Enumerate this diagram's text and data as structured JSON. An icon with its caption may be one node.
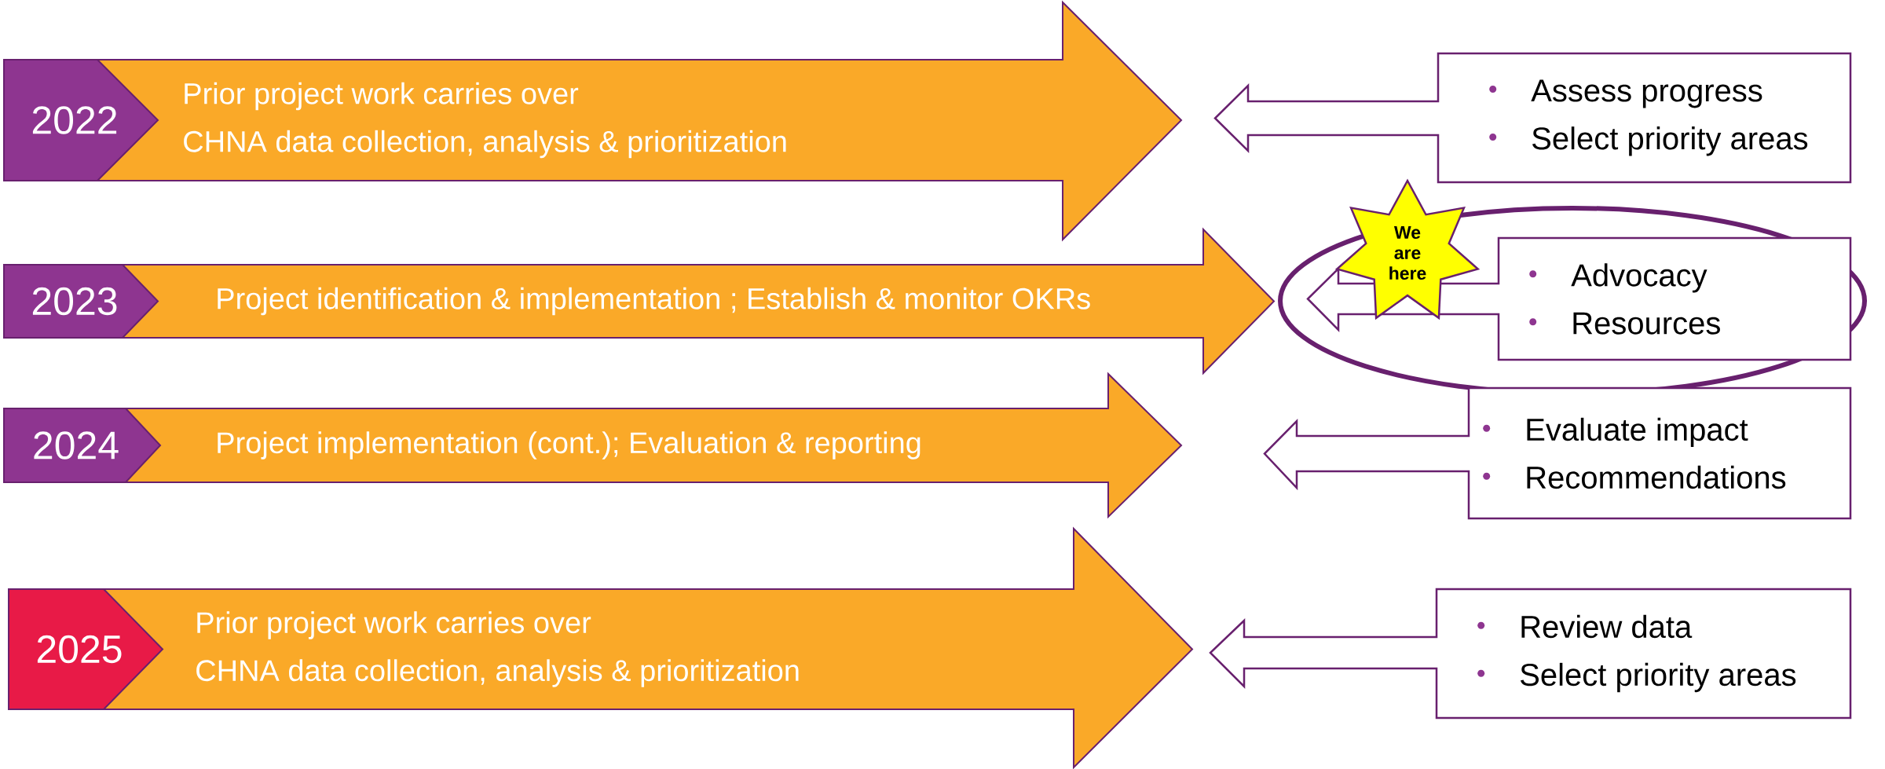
{
  "diagram": {
    "nodes": [
      {
        "text": [
          "2022"
        ]
      },
      {
        "text": [
          "Prior project work carries over",
          "CHNA data collection, analysis & prioritization"
        ]
      },
      {
        "text": [
          "Assess progress",
          "Select priority areas"
        ]
      },
      {
        "text": [
          "We are here"
        ]
      },
      {
        "text": [
          "2023"
        ]
      },
      {
        "text": [
          "Project identification & implementation ; Establish & monitor OKRs"
        ]
      },
      {
        "text": [
          "Advocacy",
          "Resources"
        ]
      },
      {
        "text": [
          "2024"
        ]
      },
      {
        "text": [
          "Project implementation (cont.); Evaluation & reporting"
        ]
      },
      {
        "text": [
          "Evaluate impact",
          "Recommendations"
        ]
      },
      {
        "text": [
          "2025"
        ]
      },
      {
        "text": [
          "Prior project work carries over",
          "CHNA data collection, analysis & prioritization"
        ]
      },
      {
        "text": [
          "Review data",
          "Select priority areas"
        ]
      }
    ]
  }
}
